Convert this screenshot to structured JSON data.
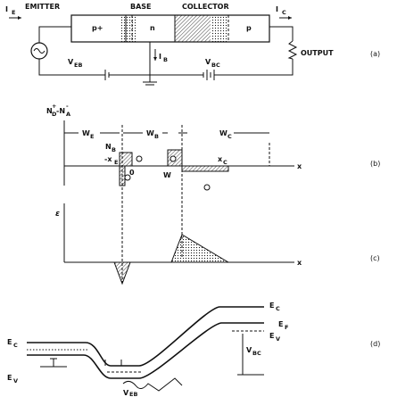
{
  "panel_a": {
    "terminal_emitter_current": "I",
    "terminal_emitter_current_sub": "E",
    "region_emitter": "EMITTER",
    "region_base": "BASE",
    "region_collector": "COLLECTOR",
    "terminal_collector_current": "I",
    "terminal_collector_current_sub": "C",
    "emitter_doping": "p+",
    "base_doping": "n",
    "collector_doping": "p",
    "base_current": "I",
    "base_current_sub": "B",
    "emitter_base_voltage": "V",
    "emitter_base_voltage_sub": "EB",
    "base_collector_voltage": "V",
    "base_collector_voltage_sub": "BC",
    "output_label": "OUTPUT",
    "panel_label": "(a)"
  },
  "panel_b": {
    "ylabel": "N",
    "ylabel_sub": "D",
    "ylabel_sup": "+",
    "ylabel_minus": "-N",
    "ylabel_minus_sub": "A",
    "ylabel_minus_sup": "-",
    "width_emitter": "W",
    "width_emitter_sub": "E",
    "width_base": "W",
    "width_base_sub": "B",
    "width_collector": "W",
    "width_collector_sub": "C",
    "base_doping": "N",
    "base_doping_sub": "B",
    "emitter_depletion": "-x",
    "emitter_depletion_sub": "E",
    "collector_depletion": "x",
    "collector_depletion_sub": "C",
    "origin": "0",
    "neutral_base_width": "W",
    "x_axis": "x",
    "panel_label": "(b)"
  },
  "panel_c": {
    "ylabel": "ε",
    "x_axis": "x",
    "panel_label": "(c)"
  },
  "panel_d": {
    "conduction_band": "E",
    "conduction_band_sub": "C",
    "fermi_level": "E",
    "fermi_level_sub": "F",
    "valence_band": "E",
    "valence_band_sub": "V",
    "conduction_band_left": "E",
    "conduction_band_left_sub": "C",
    "valence_band_left": "E",
    "valence_band_left_sub": "V",
    "base_collector_voltage": "V",
    "base_collector_voltage_sub": "BC",
    "emitter_base_voltage": "V",
    "emitter_base_voltage_sub": "EB",
    "panel_label": "(d)"
  }
}
